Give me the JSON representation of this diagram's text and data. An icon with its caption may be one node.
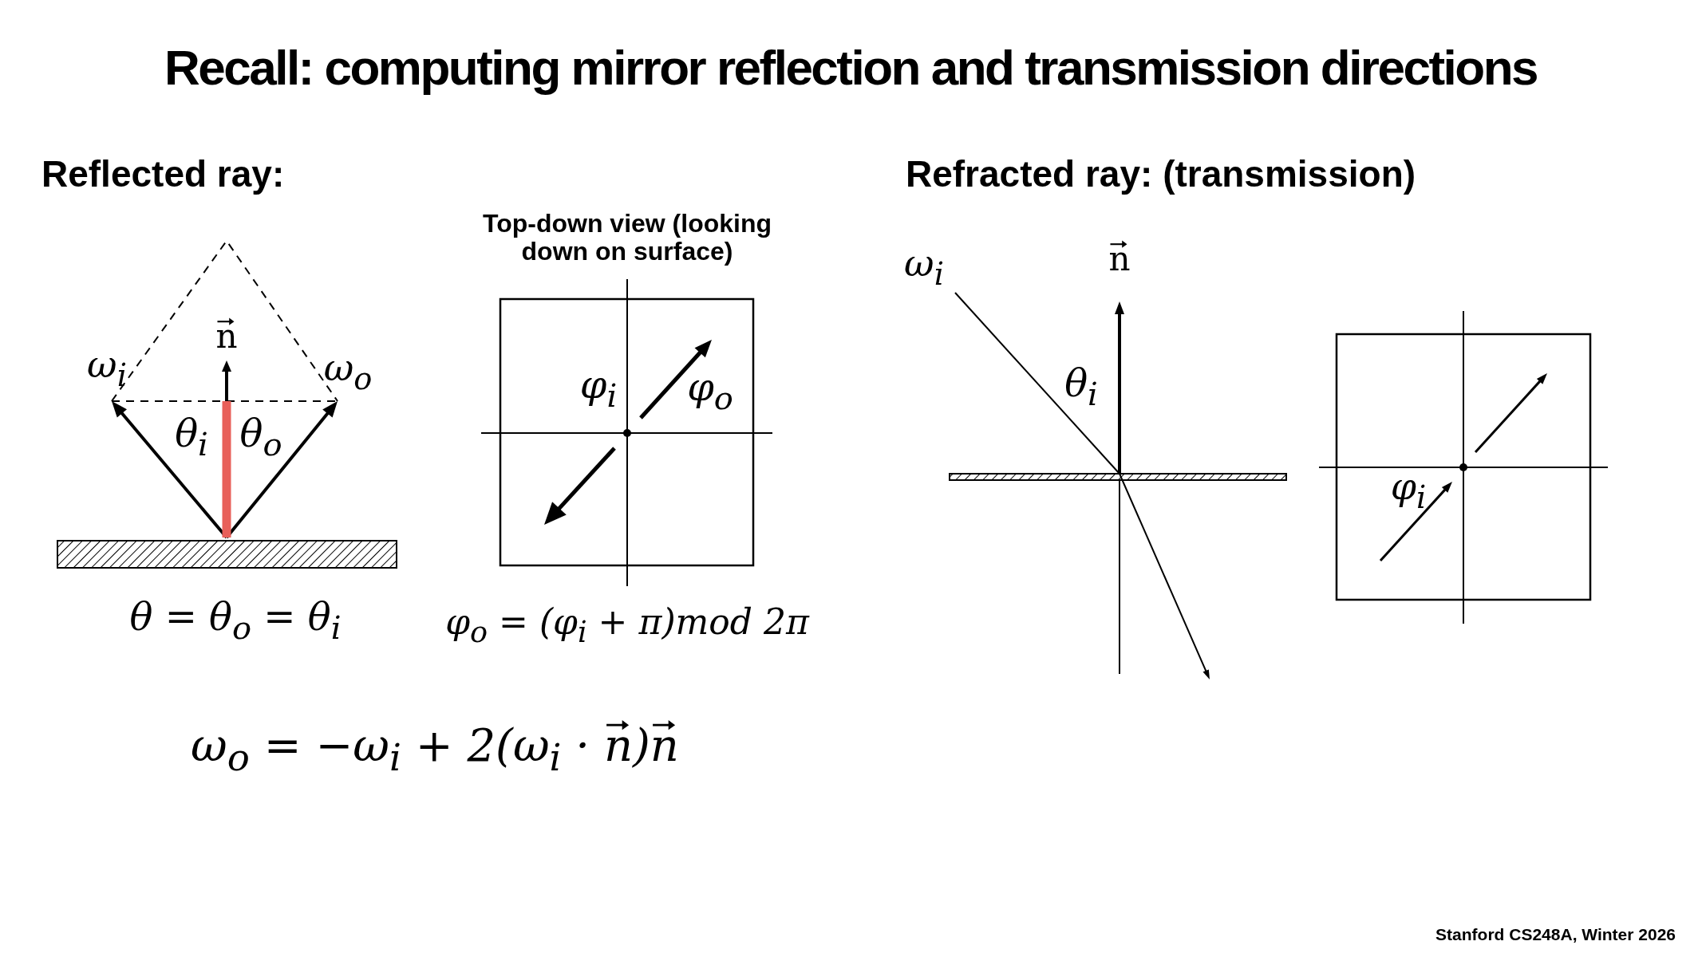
{
  "diagram": {
    "title": "Recall: computing mirror reflection and transmission directions",
    "labels": [
      "Reflected ray:",
      "Refracted ray: (transmission)",
      "Top-down view (looking down on surface)",
      "ω$_{i}$",
      "n⃗",
      "n⃗",
      "ω$_{i}$",
      "ω$_{o}$",
      "φ$_{i}$",
      "φ$_{o}$",
      "θ$_{i}$",
      "θ$_{i}$",
      "θ$_{o}$",
      "φ$_{i}$",
      "θ = θ$_{o}$ = θ$_{i}$",
      "φ$_{o}$ = (φ$_{i}$ + π)mod 2π",
      "ω$_{o}$ = −ω$_{i}$ + 2(ω$_{i}$ · n⃗)n⃗",
      "Stanford CS248A, Winter 2026"
    ]
  }
}
